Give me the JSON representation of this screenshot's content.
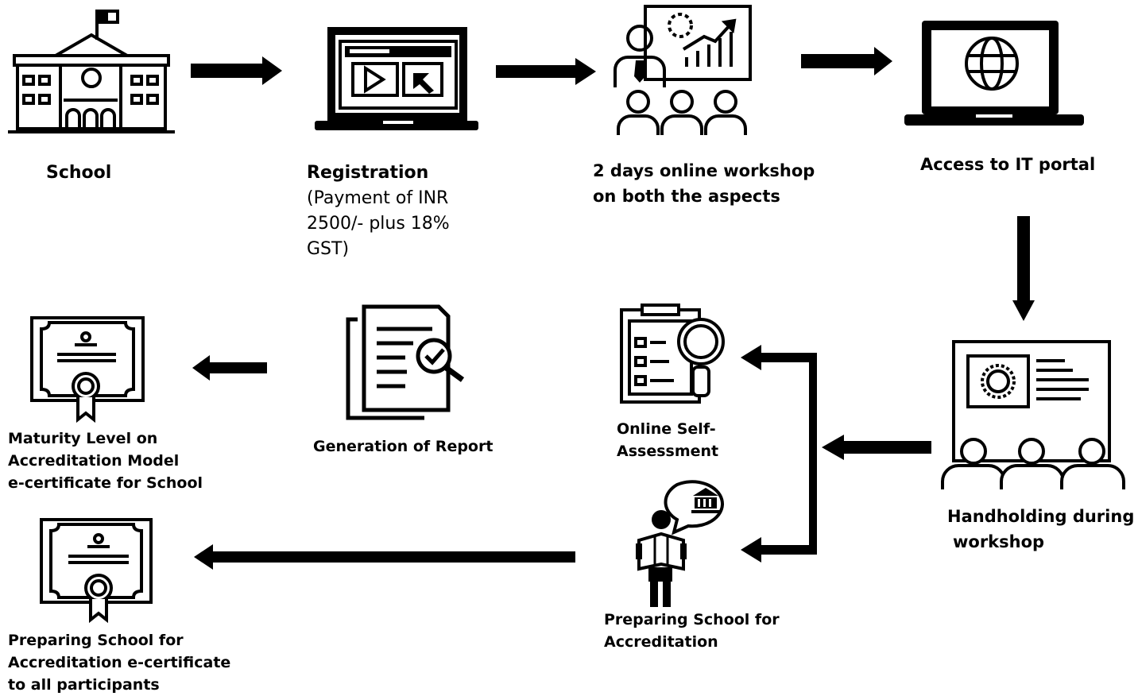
{
  "steps": {
    "school": {
      "title": "School"
    },
    "registration": {
      "title": "Registration",
      "detail": [
        "(Payment of INR",
        "2500/- plus 18%",
        "GST)"
      ]
    },
    "workshop": {
      "lines": [
        "2 days online workshop",
        "on both the aspects"
      ]
    },
    "portal": {
      "title": "Access to IT portal"
    },
    "handholding": {
      "lines": [
        "Handholding during",
        "workshop"
      ]
    },
    "self_assessment": {
      "lines": [
        "Online Self-",
        "Assessment"
      ]
    },
    "preparing": {
      "lines": [
        "Preparing School for",
        "Accreditation"
      ]
    },
    "report": {
      "title": "Generation of Report"
    },
    "maturity": {
      "lines": [
        "Maturity Level on",
        "Accreditation Model",
        "e-certificate for School"
      ]
    },
    "participants": {
      "lines": [
        "Preparing School for",
        "Accreditation e-certificate",
        "to all participants"
      ]
    }
  },
  "icons": {
    "school": "school-building-icon",
    "registration": "laptop-video-icon",
    "workshop": "presentation-audience-icon",
    "portal": "laptop-globe-icon",
    "handholding": "screen-audience-icon",
    "self_assessment": "checklist-magnifier-icon",
    "preparing": "person-map-icon",
    "report": "document-search-icon",
    "maturity": "certificate-icon",
    "participants": "certificate-icon"
  },
  "colors": {
    "ink": "#000000",
    "background": "#ffffff"
  }
}
